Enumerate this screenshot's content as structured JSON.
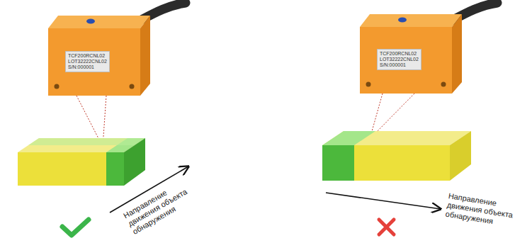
{
  "diagram": {
    "nodes": [
      {
        "text": [
          "TCF200RCNL02",
          "LOT32222CNL02",
          "S/N:000001"
        ]
      },
      {
        "text": [
          "TCF200RCNL02",
          "LOT32222CNL02",
          "S/N:000001"
        ]
      }
    ],
    "labels": [
      "Направление движения объекта обнаружения",
      "Направление движения объекта обнаружения"
    ]
  }
}
